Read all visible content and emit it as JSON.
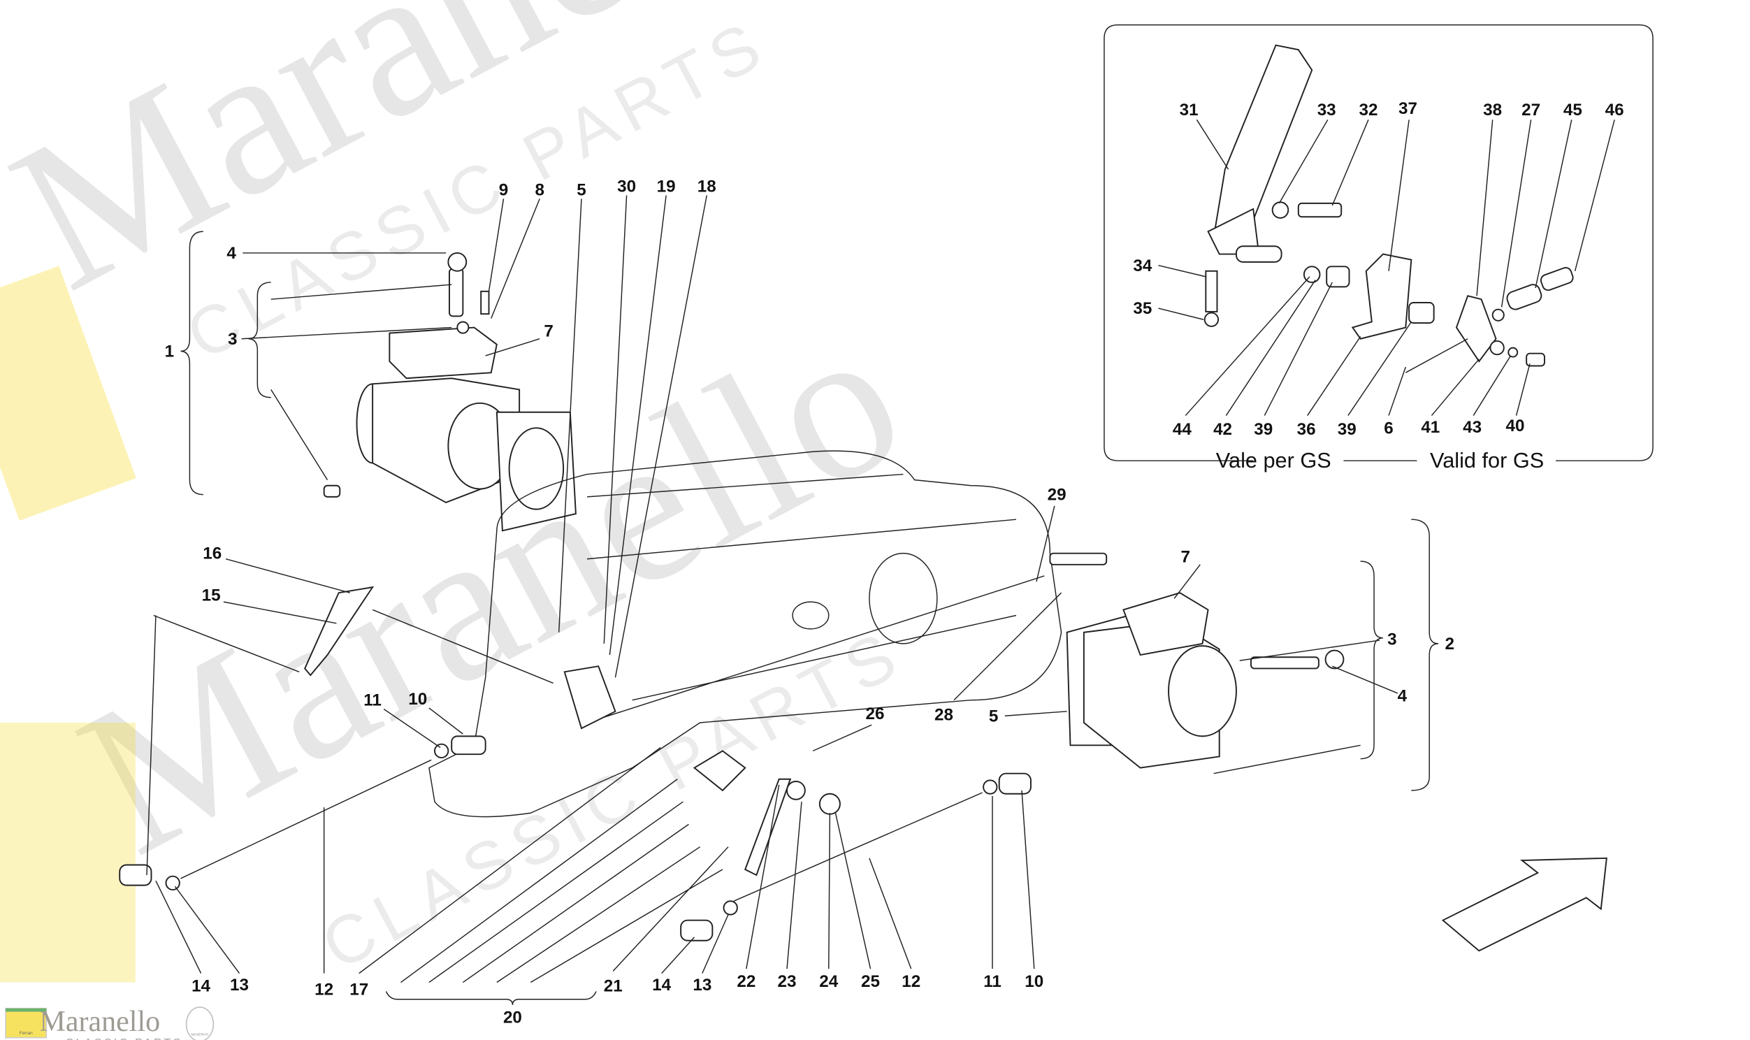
{
  "diagram": {
    "main_callouts": [
      "1",
      "4",
      "3",
      "9",
      "8",
      "5",
      "30",
      "19",
      "18",
      "7",
      "16",
      "15",
      "11",
      "10",
      "29",
      "7",
      "3",
      "2",
      "4",
      "5",
      "26",
      "28",
      "14",
      "13",
      "12",
      "17",
      "20",
      "21",
      "14",
      "13",
      "22",
      "23",
      "24",
      "25",
      "12",
      "11",
      "10"
    ],
    "inset_callouts": [
      "31",
      "33",
      "32",
      "37",
      "38",
      "27",
      "45",
      "46",
      "34",
      "35",
      "44",
      "42",
      "39",
      "36",
      "39",
      "6",
      "41",
      "43",
      "40"
    ],
    "inset_caption_left": "Vale per GS",
    "inset_caption_right": "Valid for GS"
  },
  "watermark": {
    "brand": "Maranello",
    "sub": "CLASSIC PARTS",
    "ferrari_badge": "Ferrari",
    "maserati_badge": "MASERATI"
  },
  "colors": {
    "line": "#222222",
    "watermark": "#b8b8b8",
    "badge_yellow": "#f5d92a"
  }
}
